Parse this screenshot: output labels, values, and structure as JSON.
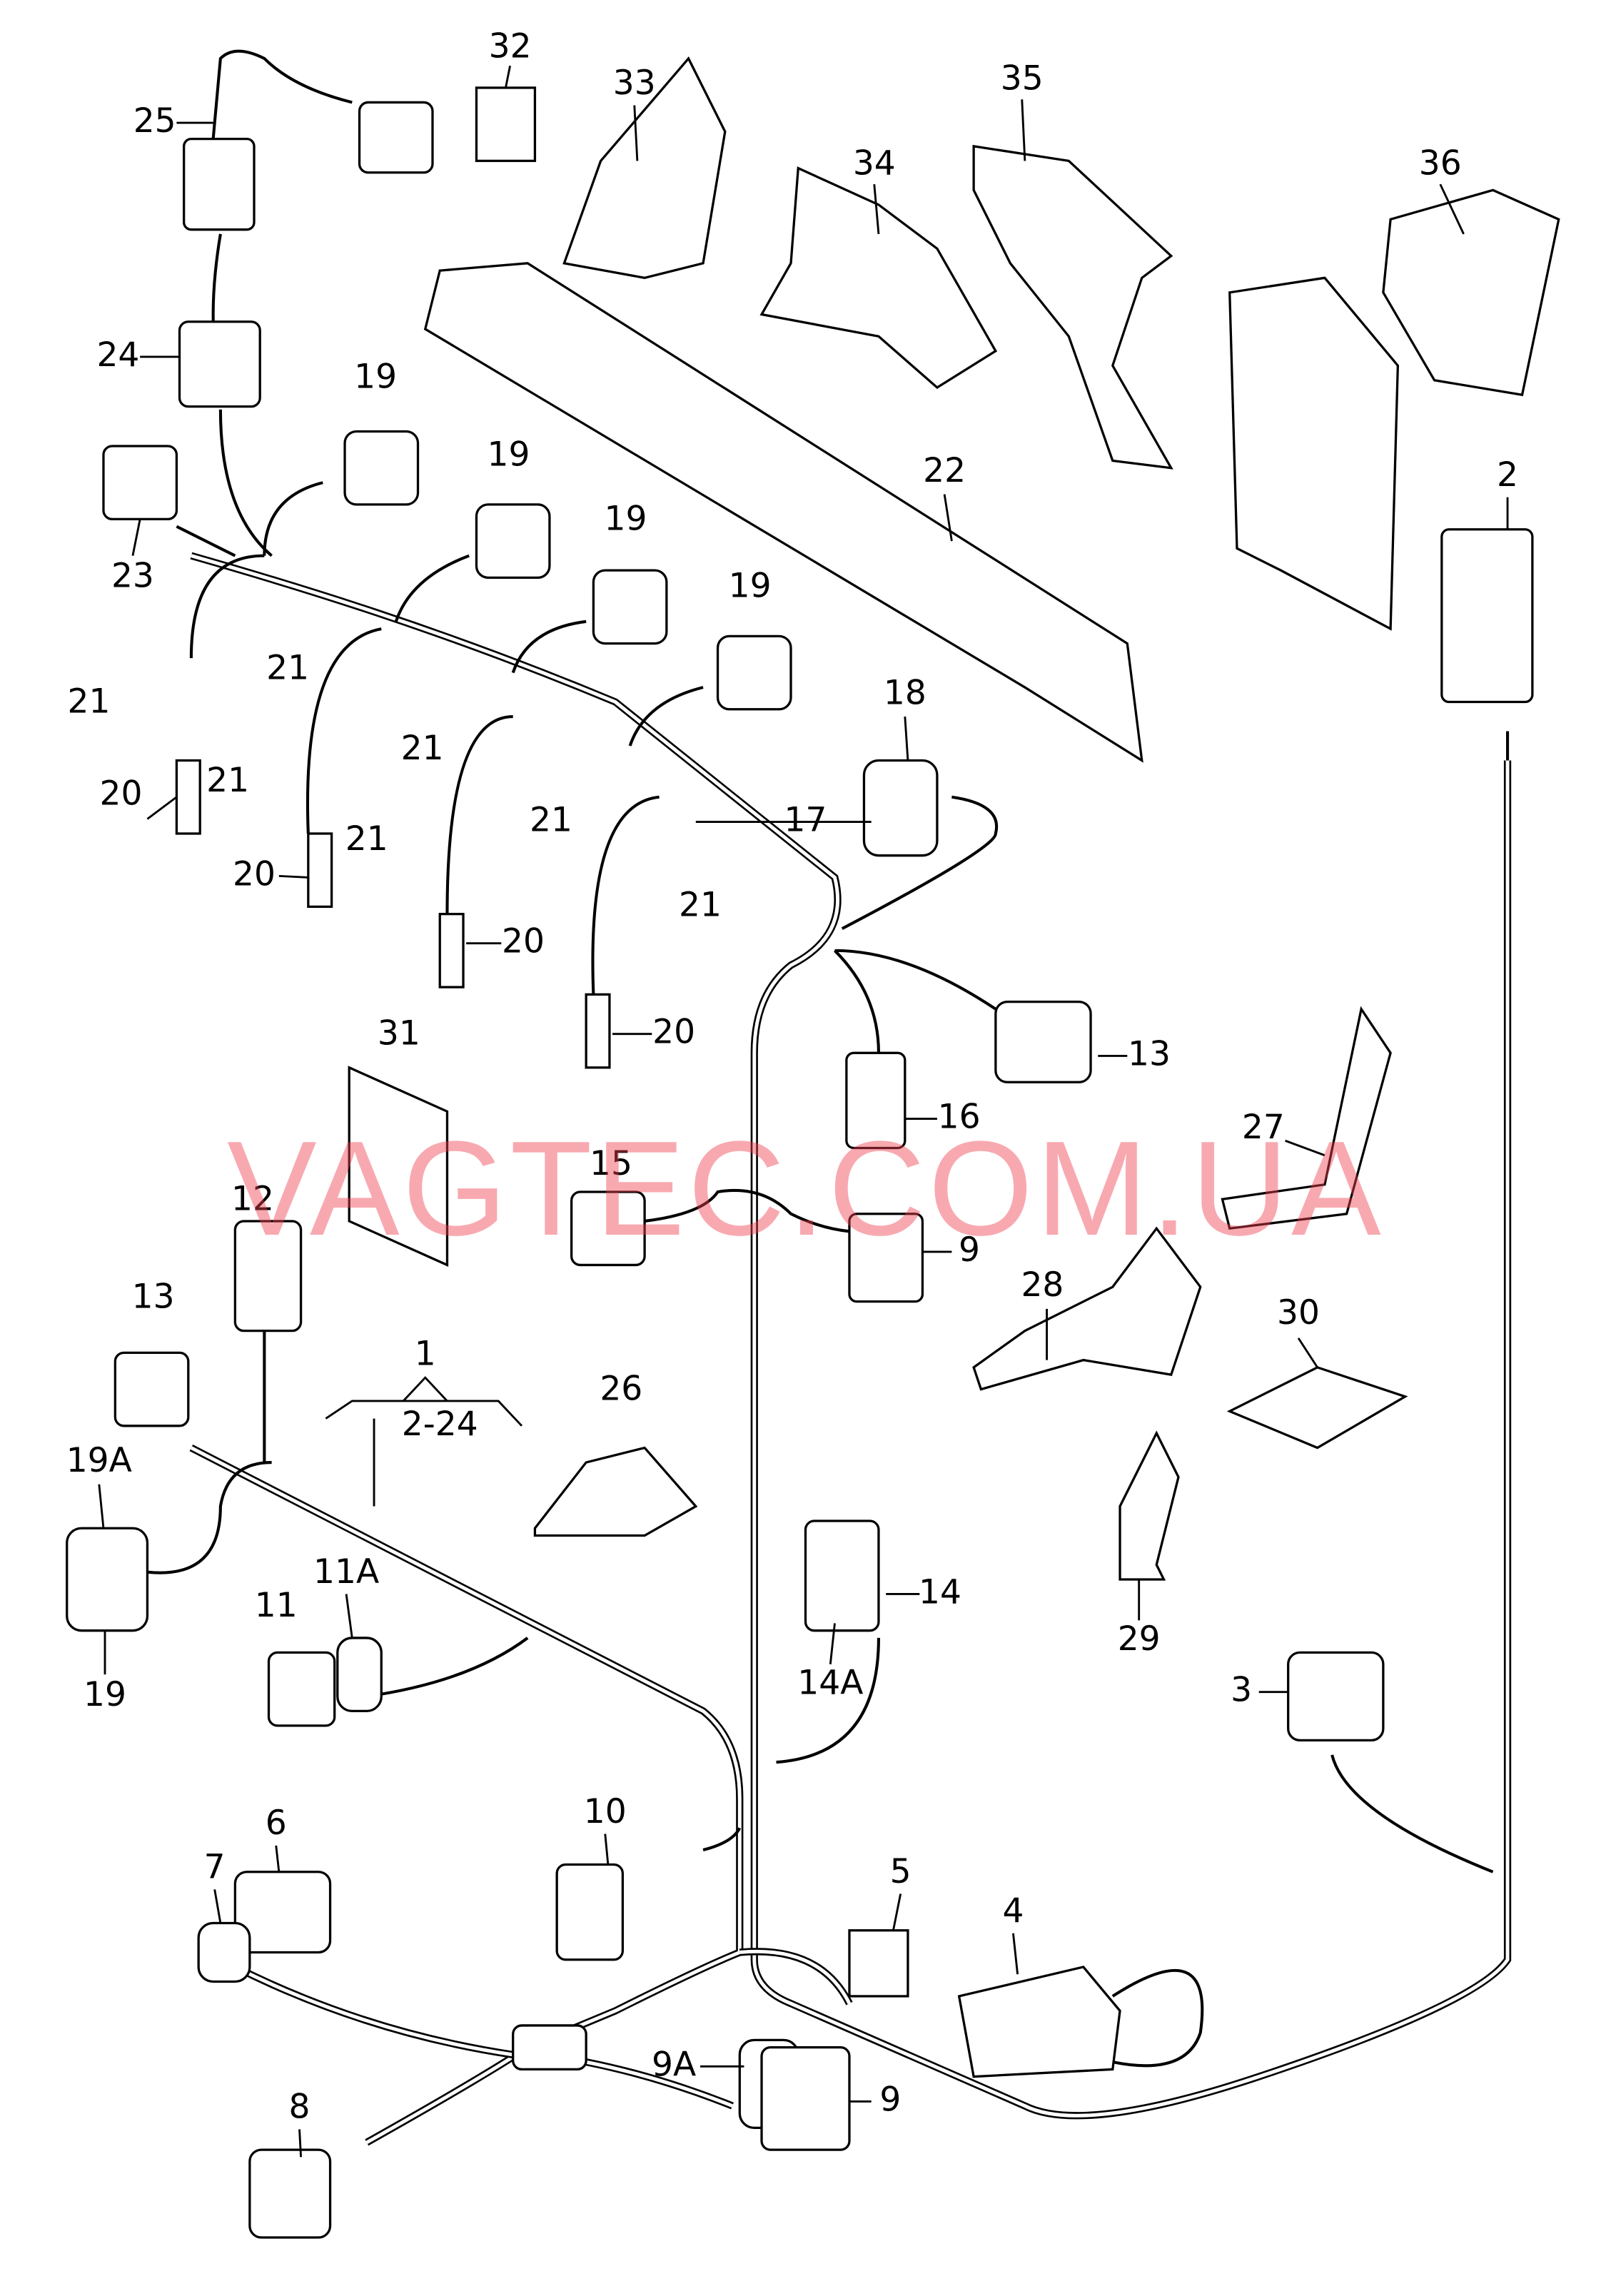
{
  "watermark": "VAGTEC.COM.UA",
  "labels": [
    "25",
    "32",
    "33",
    "35",
    "34",
    "36",
    "24",
    "19",
    "19",
    "19",
    "19",
    "23",
    "22",
    "2",
    "21",
    "21",
    "21",
    "21",
    "21",
    "21",
    "21",
    "20",
    "20",
    "20",
    "20",
    "18",
    "17",
    "13",
    "16",
    "31",
    "15",
    "9",
    "12",
    "27",
    "13",
    "1",
    "2-24",
    "26",
    "28",
    "30",
    "19A",
    "11A",
    "11",
    "14",
    "14A",
    "29",
    "19",
    "3",
    "10",
    "6",
    "7",
    "5",
    "4",
    "9A",
    "9",
    "8"
  ]
}
